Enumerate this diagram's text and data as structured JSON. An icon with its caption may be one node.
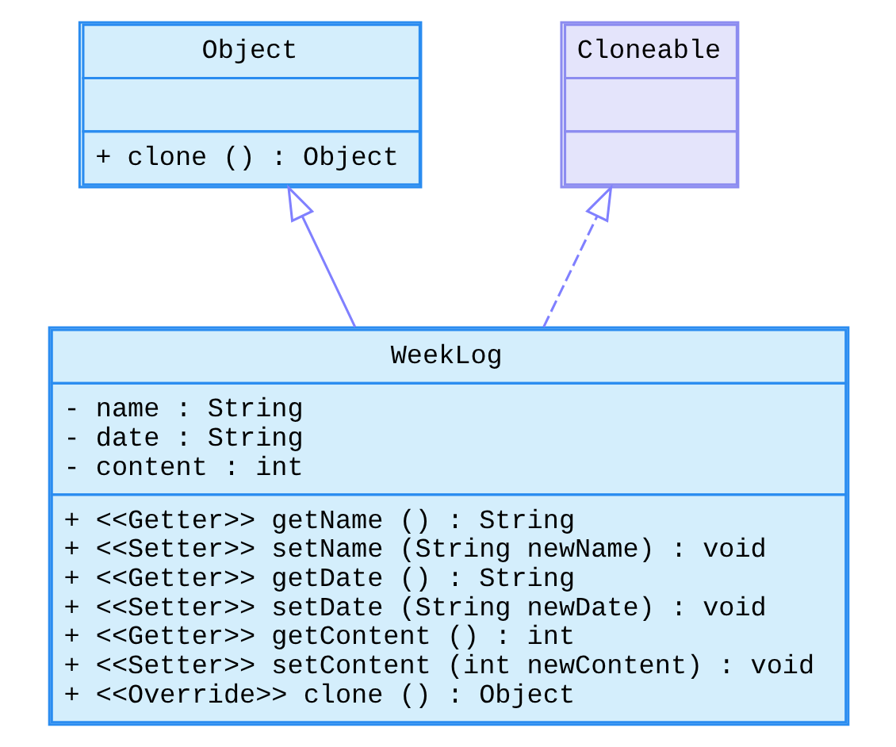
{
  "diagram": {
    "nodes": [
      {
        "text": [
          "Object",
          "+ clone () : Object"
        ]
      },
      {
        "text": [
          "Cloneable"
        ]
      },
      {
        "text": [
          "WeekLog",
          "- name : String",
          "- date : String",
          "- content : int",
          "+ <<Getter>> getName () : String",
          "+ <<Setter>> setName (String newName) : void",
          "+ <<Getter>> getDate () : String",
          "+ <<Setter>> setDate (String newDate) : void",
          "+ <<Getter>> getContent () : int",
          "+ <<Setter>> setContent (int newContent) : void",
          "+ <<Override>> clone () : Object"
        ]
      }
    ],
    "edges": [
      {
        "from": 2,
        "to": 0,
        "arrow": "to"
      },
      {
        "from": 2,
        "to": 1,
        "arrow": "to",
        "style": "dashed"
      }
    ]
  }
}
